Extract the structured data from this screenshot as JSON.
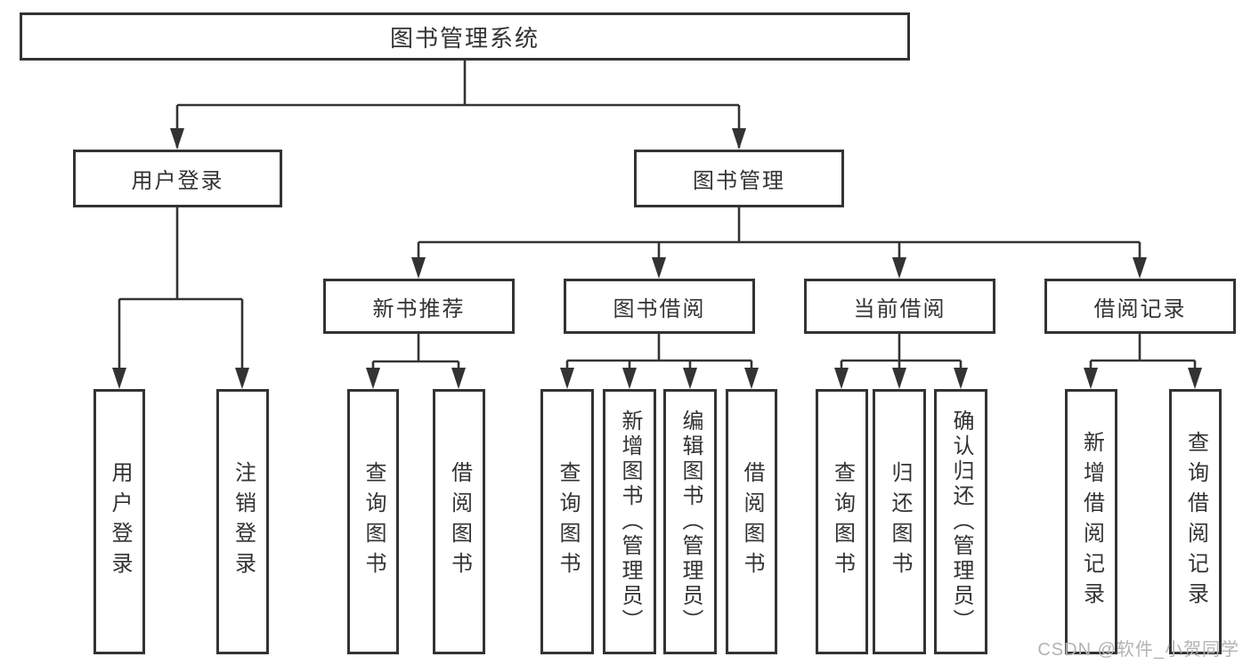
{
  "colors": {
    "line": "#333333",
    "box_border": "#333333",
    "box_fill": "#ffffff",
    "text": "#333333",
    "watermark": "#b3b3b3"
  },
  "watermark": "CSDN @软件_小贺同学",
  "diagram": {
    "type": "hierarchy-tree",
    "root": "图书管理系统",
    "branches": [
      {
        "label": "用户登录",
        "children": [
          "用户登录",
          "注销登录"
        ]
      },
      {
        "label": "图书管理",
        "children": [
          {
            "label": "新书推荐",
            "children": [
              "查询图书",
              "借阅图书"
            ]
          },
          {
            "label": "图书借阅",
            "children": [
              "查询图书",
              "新增图书（管理员）",
              "编辑图书（管理员）",
              "借阅图书"
            ]
          },
          {
            "label": "当前借阅",
            "children": [
              "查询图书",
              "归还图书",
              "确认归还（管理员）"
            ]
          },
          {
            "label": "借阅记录",
            "children": [
              "新增借阅记录",
              "查询借阅记录"
            ]
          }
        ]
      }
    ]
  }
}
